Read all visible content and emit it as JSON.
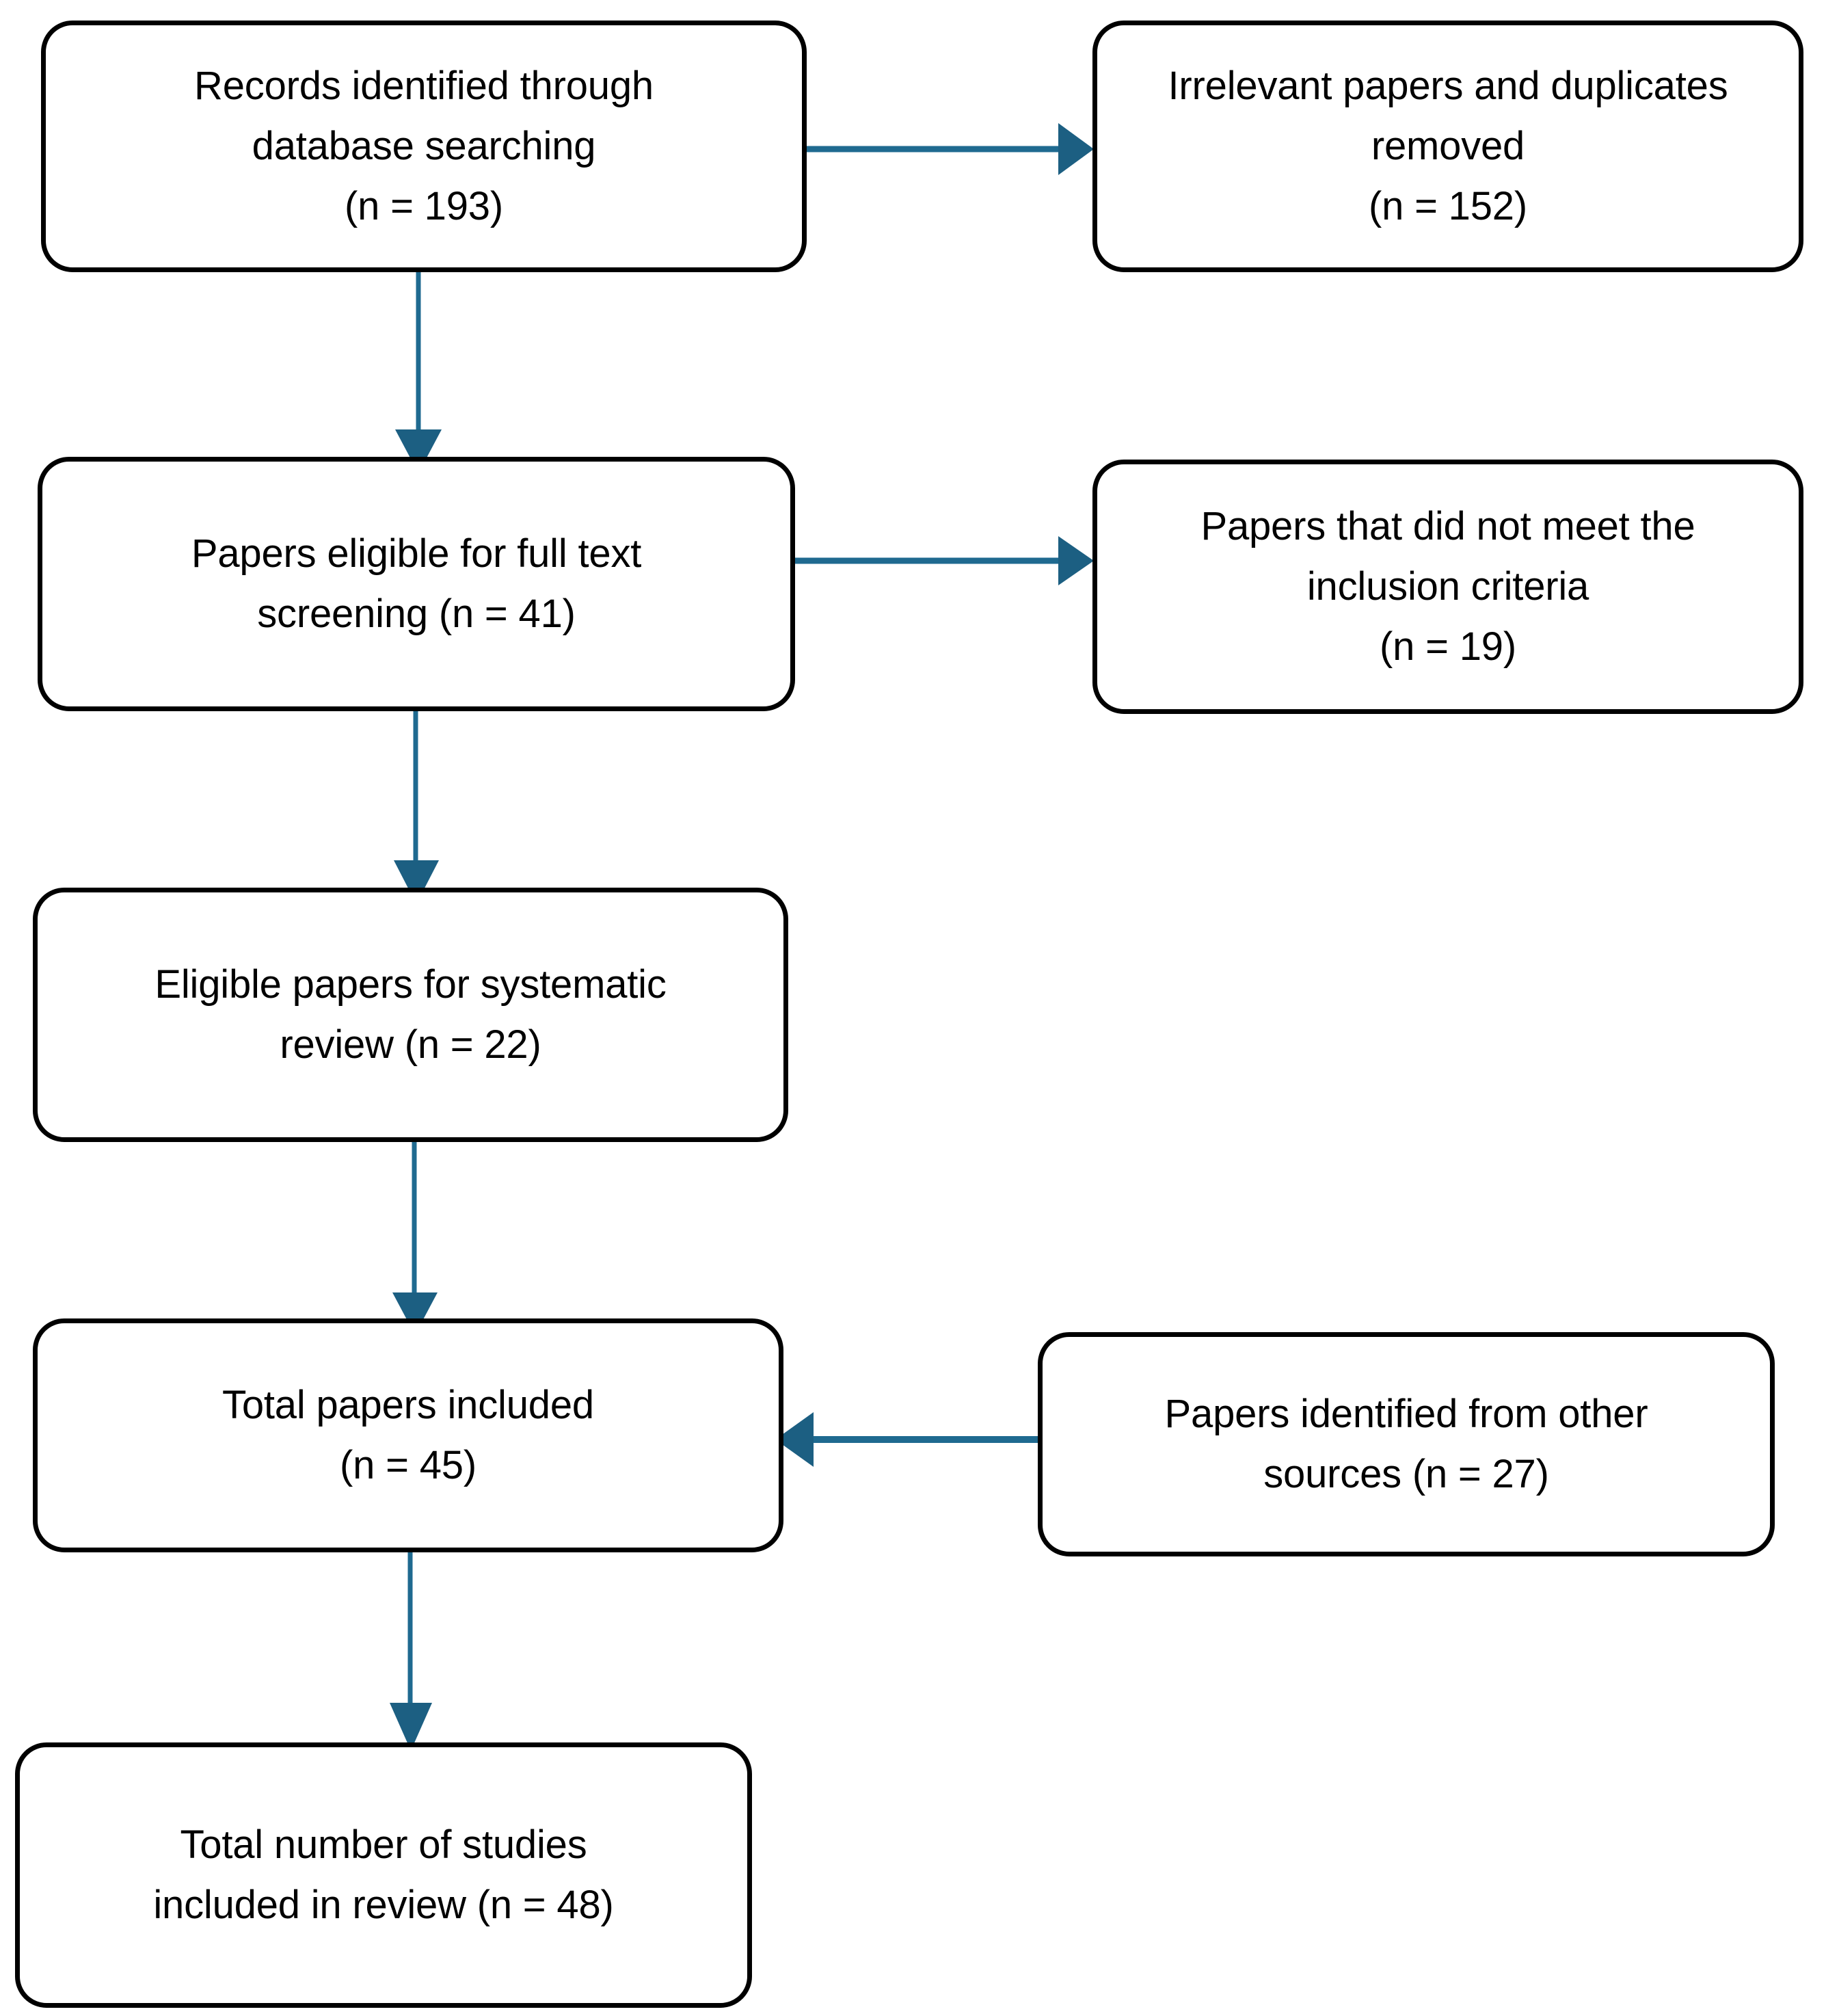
{
  "diagram": {
    "type": "prisma-flow-diagram",
    "accent_color": "#1F6A90",
    "box_border_color": "#000000",
    "background_color": "#FFFFFF",
    "nodes": [
      {
        "id": "records-identified",
        "text": "Records identified through\ndatabase searching\n(n = 193)",
        "count": 193
      },
      {
        "id": "irrelevant-removed",
        "text": "Irrelevant papers and duplicates\nremoved\n(n = 152)",
        "count": 152
      },
      {
        "id": "eligible-full-text",
        "text": "Papers eligible for full text\nscreening (n = 41)",
        "count": 41
      },
      {
        "id": "not-meet-inclusion",
        "text": "Papers that did not meet the\ninclusion criteria\n(n = 19)",
        "count": 19
      },
      {
        "id": "eligible-systematic-review",
        "text": "Eligible papers for systematic\nreview (n = 22)",
        "count": 22
      },
      {
        "id": "total-papers-included",
        "text": "Total papers included\n(n = 45)",
        "count": 45
      },
      {
        "id": "other-sources",
        "text": "Papers identified from other\nsources (n = 27)",
        "count": 27
      },
      {
        "id": "total-studies-review",
        "text": "Total number of studies\nincluded in review (n = 48)",
        "count": 48
      }
    ],
    "edges": [
      {
        "id": "records-to-irrelevant",
        "from": "records-identified",
        "to": "irrelevant-removed",
        "direction": "right"
      },
      {
        "id": "records-to-fulltext",
        "from": "records-identified",
        "to": "eligible-full-text",
        "direction": "down"
      },
      {
        "id": "fulltext-to-not-meet",
        "from": "eligible-full-text",
        "to": "not-meet-inclusion",
        "direction": "right"
      },
      {
        "id": "fulltext-to-systematic",
        "from": "eligible-full-text",
        "to": "eligible-systematic-review",
        "direction": "down"
      },
      {
        "id": "systematic-to-total-papers",
        "from": "eligible-systematic-review",
        "to": "total-papers-included",
        "direction": "down"
      },
      {
        "id": "other-sources-to-total-papers",
        "from": "other-sources",
        "to": "total-papers-included",
        "direction": "left"
      },
      {
        "id": "total-papers-to-total-studies",
        "from": "total-papers-included",
        "to": "total-studies-review",
        "direction": "down"
      }
    ]
  }
}
